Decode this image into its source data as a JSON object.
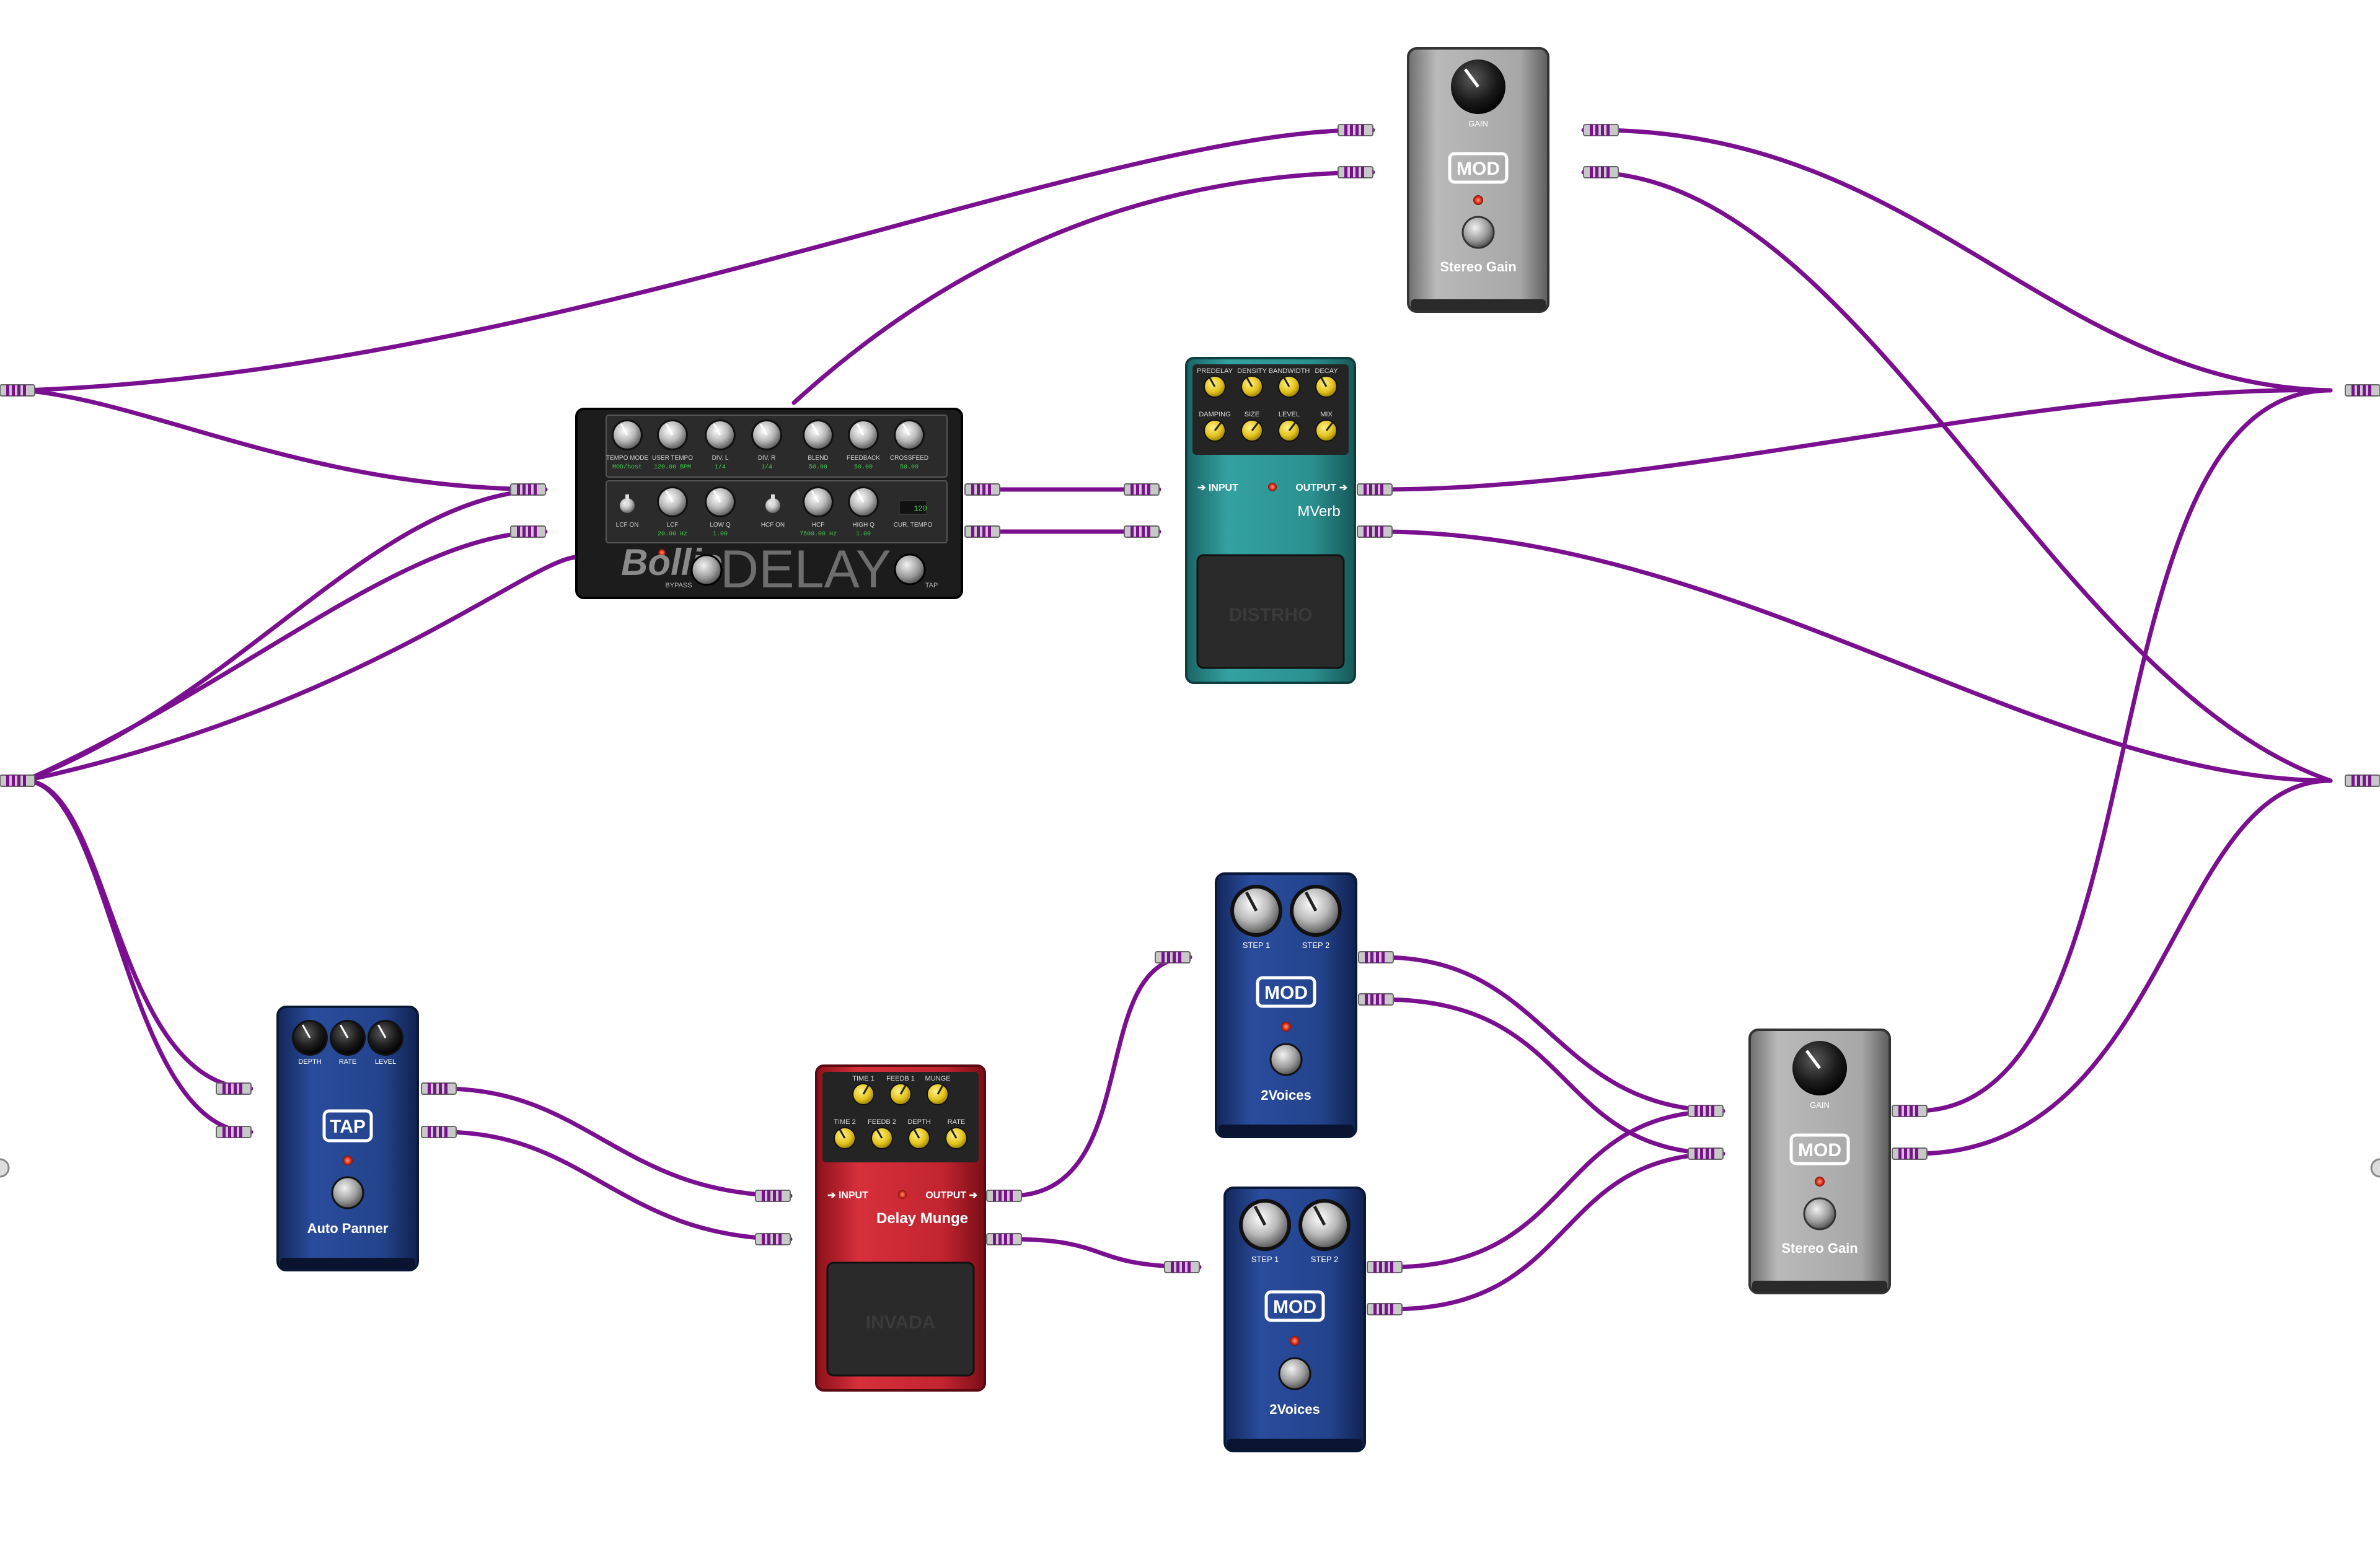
{
  "colors": {
    "cable": "#7a0f8f",
    "knob_yellow": "#e2c21a",
    "knob_black": "#222222",
    "led": "#e0331f",
    "blue_pedal": "#1d3a7e",
    "gray_pedal": "#8a8a8a",
    "teal_pedal": "#2a8c8c",
    "red_pedal": "#c21e2a",
    "delay_body": "#1c1c1c",
    "lcd_text": "#41d14d"
  },
  "pedals": {
    "stereo_gain_top": {
      "name": "Stereo Gain",
      "logo": "MOD",
      "knobs": [
        "GAIN"
      ]
    },
    "bollie_delay": {
      "brand": "Bollie",
      "title": "DELAY",
      "row1_labels": [
        "TEMPO MODE",
        "USER TEMPO",
        "DIV. L",
        "DIV. R",
        "BLEND",
        "FEEDBACK",
        "CROSSFEED"
      ],
      "row1_values": [
        "MOD/host",
        "120.00 BPM",
        "1/4",
        "1/4",
        "50.00",
        "50.00",
        "50.00"
      ],
      "row2_labels": [
        "LCF ON",
        "LCF",
        "LOW Q",
        "HCF ON",
        "HCF",
        "HIGH Q",
        "CUR. TEMPO"
      ],
      "row2_values": [
        "",
        "20.00 Hz",
        "1.00",
        "",
        "7500.00 Hz",
        "1.00",
        "120"
      ],
      "bypass": "BYPASS",
      "tap": "TAP"
    },
    "mverb": {
      "name": "MVerb",
      "knobs_top": [
        "PREDELAY",
        "DENSITY",
        "BANDWIDTH",
        "DECAY"
      ],
      "knobs_bottom": [
        "DAMPING",
        "SIZE",
        "LEVEL",
        "MIX"
      ],
      "input": "INPUT",
      "output": "OUTPUT",
      "footplate": "DISTRHO"
    },
    "auto_panner": {
      "name": "Auto Panner",
      "logo": "TAP",
      "knobs": [
        "DEPTH",
        "RATE",
        "LEVEL"
      ]
    },
    "delay_munge": {
      "name": "Delay Munge",
      "knobs_top": [
        "TIME 1",
        "FEEDB 1",
        "MUNGE"
      ],
      "knobs_bottom": [
        "TIME 2",
        "FEEDB 2",
        "DEPTH",
        "RATE"
      ],
      "input": "INPUT",
      "output": "OUTPUT",
      "footplate": "INVADA"
    },
    "two_voices_top": {
      "name": "2Voices",
      "logo": "MOD",
      "knobs": [
        "STEP 1",
        "STEP 2"
      ]
    },
    "two_voices_bottom": {
      "name": "2Voices",
      "logo": "MOD",
      "knobs": [
        "STEP 1",
        "STEP 2"
      ]
    },
    "stereo_gain_bottom": {
      "name": "Stereo Gain",
      "logo": "MOD",
      "knobs": [
        "GAIN"
      ]
    }
  }
}
